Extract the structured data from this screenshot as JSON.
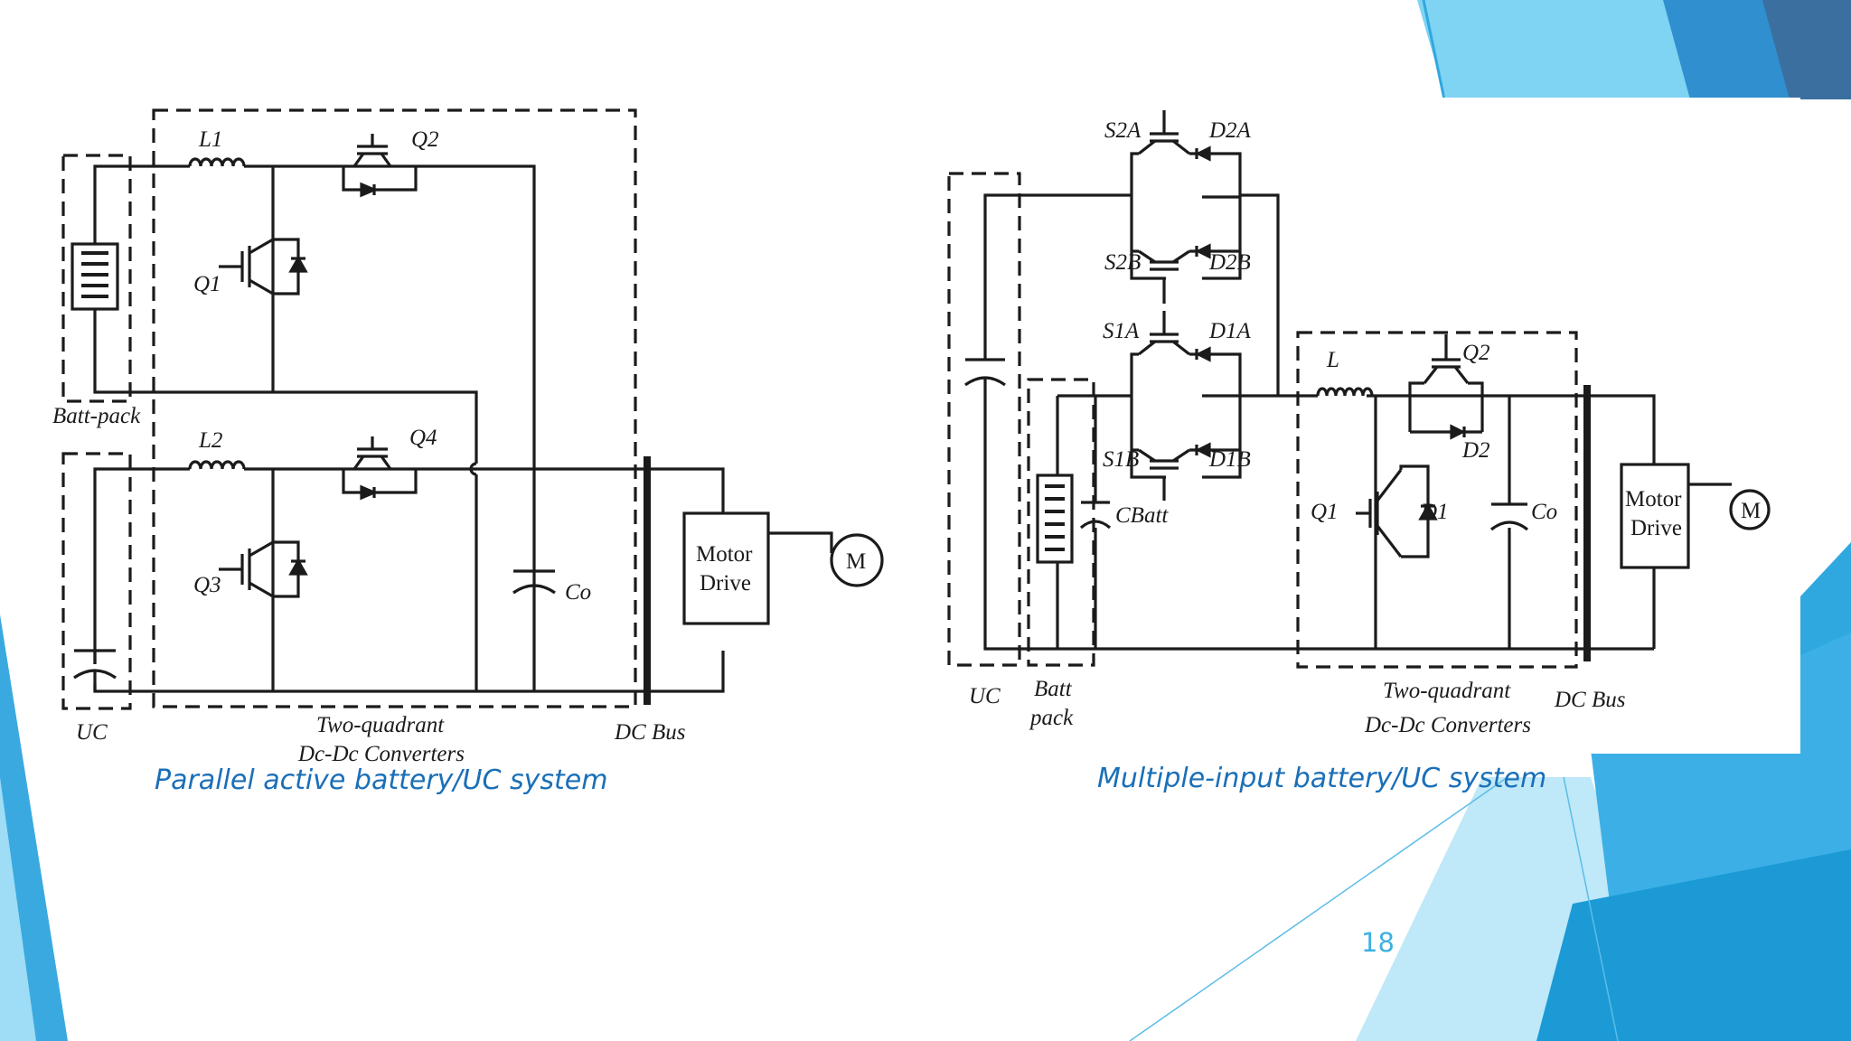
{
  "slide": {
    "page_number": "18",
    "accent_colors": [
      "#7fd3f3",
      "#2fa8df",
      "#1f77b4",
      "#3b6fa0"
    ]
  },
  "left_diagram": {
    "caption": "Parallel active battery/UC system",
    "labels": {
      "l1": "L1",
      "l2": "L2",
      "q1": "Q1",
      "q2": "Q2",
      "q3": "Q3",
      "q4": "Q4",
      "co": "Co",
      "batt_pack": "Batt-pack",
      "uc": "UC",
      "converters_line1": "Two-quadrant",
      "converters_line2": "Dc-Dc Converters",
      "dc_bus": "DC Bus",
      "motor_line1": "Motor",
      "motor_line2": "Drive",
      "motor": "M"
    }
  },
  "right_diagram": {
    "caption": "Multiple-input battery/UC system",
    "labels": {
      "s2a": "S2A",
      "d2a": "D2A",
      "s2b": "S2B",
      "d2b": "D2B",
      "s1a": "S1A",
      "d1a": "D1A",
      "s1b": "S1B",
      "d1b": "D1B",
      "l": "L",
      "q2": "Q2",
      "d2": "D2",
      "q1": "Q1",
      "d1": "D1",
      "co": "Co",
      "c_batt": "CBatt",
      "uc": "UC",
      "batt_line1": "Batt",
      "batt_line2": "pack",
      "converters_line1": "Two-quadrant",
      "converters_line2": "Dc-Dc Converters",
      "dc_bus": "DC Bus",
      "motor_line1": "Motor",
      "motor_line2": "Drive",
      "motor": "M"
    }
  }
}
